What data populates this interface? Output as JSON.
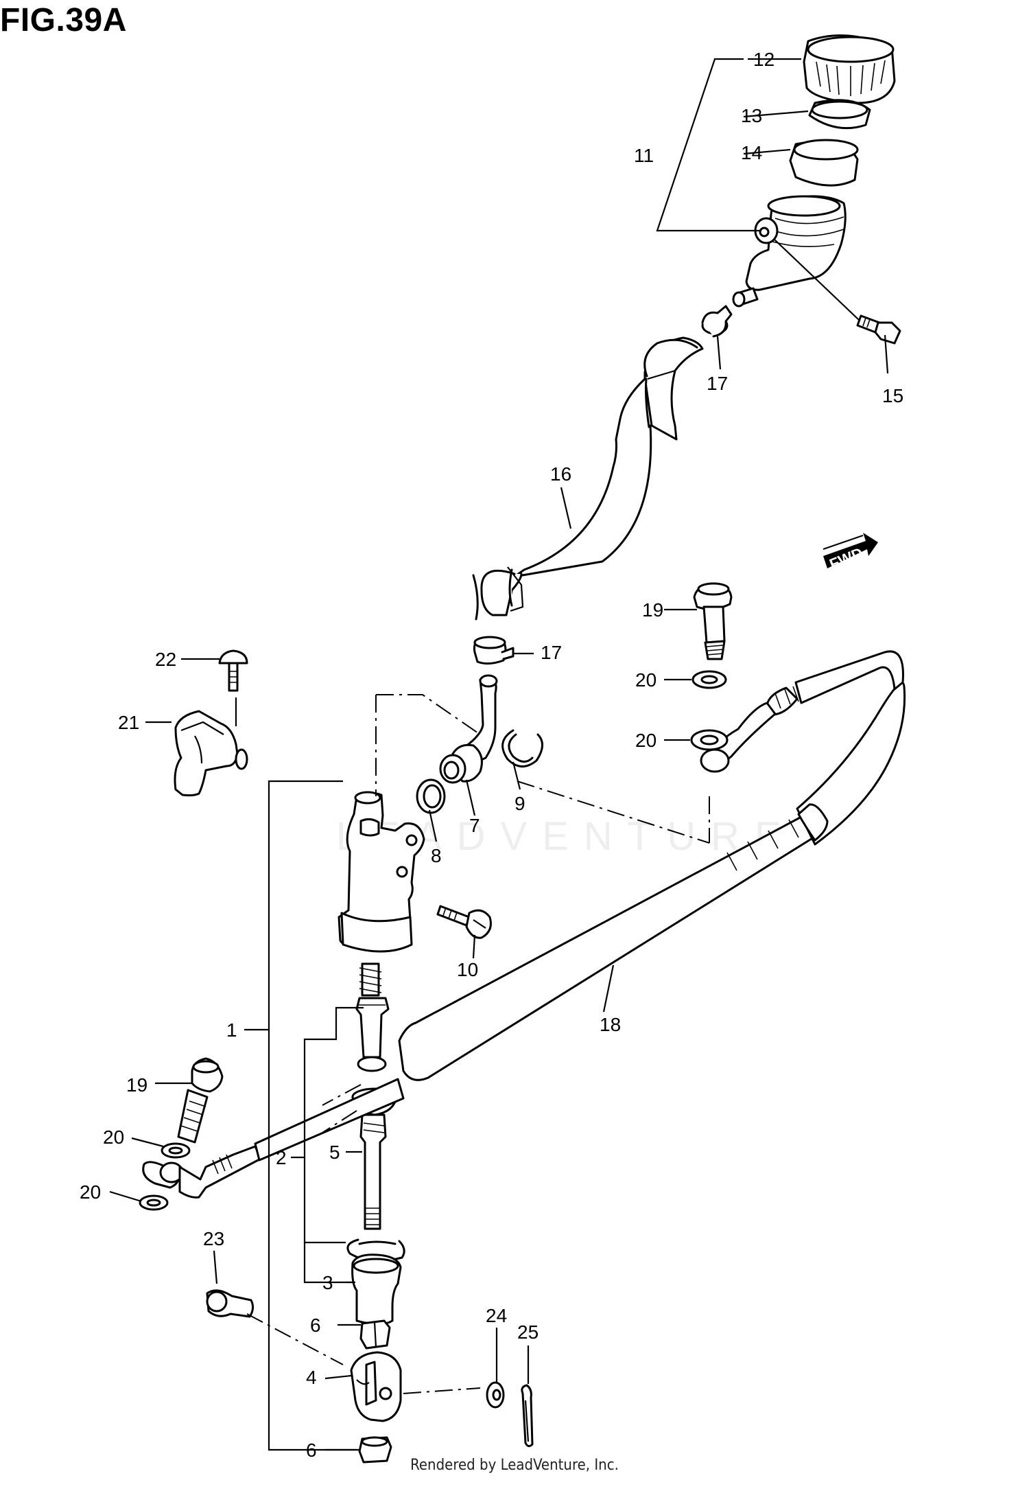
{
  "figure": {
    "title": "FIG.39A",
    "footer": "Rendered by LeadVenture, Inc.",
    "watermark": "LEADVENTURE",
    "fwd_badge": "FWD"
  },
  "callouts": [
    {
      "id": "c1",
      "number": "1"
    },
    {
      "id": "c2",
      "number": "2"
    },
    {
      "id": "c3",
      "number": "3"
    },
    {
      "id": "c4",
      "number": "4"
    },
    {
      "id": "c5",
      "number": "5"
    },
    {
      "id": "c6a",
      "number": "6"
    },
    {
      "id": "c6b",
      "number": "6"
    },
    {
      "id": "c7",
      "number": "7"
    },
    {
      "id": "c8",
      "number": "8"
    },
    {
      "id": "c9",
      "number": "9"
    },
    {
      "id": "c10",
      "number": "10"
    },
    {
      "id": "c11",
      "number": "11"
    },
    {
      "id": "c12",
      "number": "12"
    },
    {
      "id": "c13",
      "number": "13"
    },
    {
      "id": "c14",
      "number": "14"
    },
    {
      "id": "c15",
      "number": "15"
    },
    {
      "id": "c16",
      "number": "16"
    },
    {
      "id": "c17a",
      "number": "17"
    },
    {
      "id": "c17b",
      "number": "17"
    },
    {
      "id": "c18",
      "number": "18"
    },
    {
      "id": "c19a",
      "number": "19"
    },
    {
      "id": "c19b",
      "number": "19"
    },
    {
      "id": "c20a",
      "number": "20"
    },
    {
      "id": "c20b",
      "number": "20"
    },
    {
      "id": "c20c",
      "number": "20"
    },
    {
      "id": "c20d",
      "number": "20"
    },
    {
      "id": "c21",
      "number": "21"
    },
    {
      "id": "c22",
      "number": "22"
    },
    {
      "id": "c23",
      "number": "23"
    },
    {
      "id": "c24",
      "number": "24"
    },
    {
      "id": "c25",
      "number": "25"
    }
  ]
}
